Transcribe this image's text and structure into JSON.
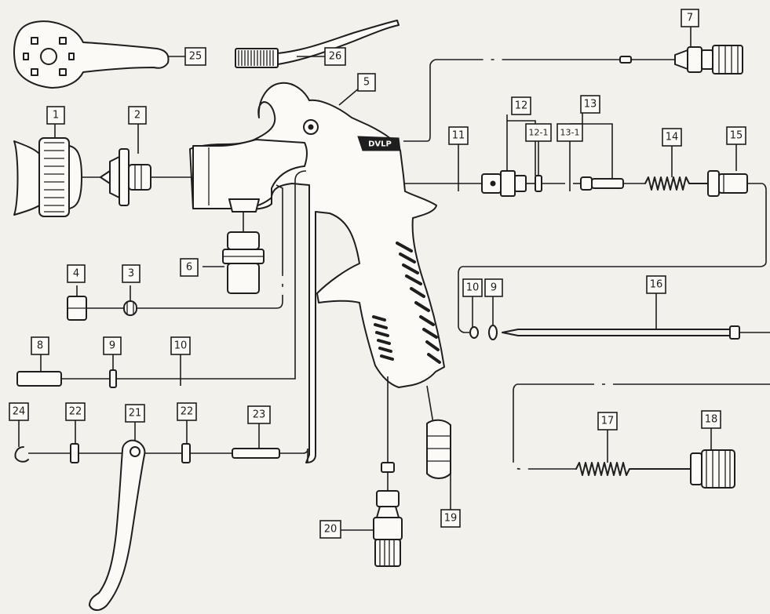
{
  "diagram": {
    "body_logo": "DVLP",
    "parts": [
      {
        "id": "1",
        "label": "1"
      },
      {
        "id": "2",
        "label": "2"
      },
      {
        "id": "3",
        "label": "3"
      },
      {
        "id": "4",
        "label": "4"
      },
      {
        "id": "5",
        "label": "5"
      },
      {
        "id": "6",
        "label": "6"
      },
      {
        "id": "7",
        "label": "7"
      },
      {
        "id": "8",
        "label": "8"
      },
      {
        "id": "9a",
        "label": "9"
      },
      {
        "id": "10a",
        "label": "10"
      },
      {
        "id": "11",
        "label": "11"
      },
      {
        "id": "12",
        "label": "12"
      },
      {
        "id": "12-1",
        "label": "12-1"
      },
      {
        "id": "13",
        "label": "13"
      },
      {
        "id": "13-1",
        "label": "13-1"
      },
      {
        "id": "14",
        "label": "14"
      },
      {
        "id": "15",
        "label": "15"
      },
      {
        "id": "10b",
        "label": "10"
      },
      {
        "id": "9b",
        "label": "9"
      },
      {
        "id": "16",
        "label": "16"
      },
      {
        "id": "17",
        "label": "17"
      },
      {
        "id": "18",
        "label": "18"
      },
      {
        "id": "19",
        "label": "19"
      },
      {
        "id": "20",
        "label": "20"
      },
      {
        "id": "21",
        "label": "21"
      },
      {
        "id": "22a",
        "label": "22"
      },
      {
        "id": "22b",
        "label": "22"
      },
      {
        "id": "23",
        "label": "23"
      },
      {
        "id": "24",
        "label": "24"
      },
      {
        "id": "25",
        "label": "25"
      },
      {
        "id": "26",
        "label": "26"
      }
    ]
  }
}
